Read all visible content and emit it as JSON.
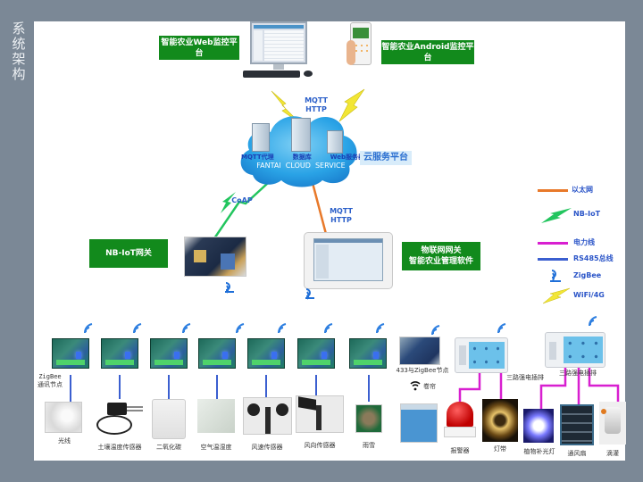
{
  "slide": {
    "title": "系统架构"
  },
  "top": {
    "web_label": "智能农业Web监控平台",
    "android_label": "智能农业Android监控平台"
  },
  "cloud": {
    "protocol_top": [
      "MQTT",
      "HTTP"
    ],
    "servers": [
      "MQTT代理",
      "数据库",
      "Web服务器"
    ],
    "service_name": "FANTAI  CLOUD  SERVICE",
    "platform_label": "云服务平台"
  },
  "gateways": {
    "nbiot_label": "NB-IoT网关",
    "coap_label": "CoAP",
    "iot_protocol": [
      "MQTT",
      "HTTP"
    ],
    "iot_label_lines": [
      "物联网网关",
      "智能农业管理软件"
    ]
  },
  "legend": {
    "items": [
      {
        "label": "以太网",
        "kind": "ethernet",
        "color": "#e8792a"
      },
      {
        "label": "NB-IoT",
        "kind": "nbiot",
        "color": "#22c55e"
      },
      {
        "label": "电力线",
        "kind": "power",
        "color": "#d81fd0"
      },
      {
        "label": "RS485总线",
        "kind": "rs485",
        "color": "#3b5fd0"
      },
      {
        "label": "ZigBee",
        "kind": "zigbee",
        "color": "#1f6fd8"
      },
      {
        "label": "WiFi/4G",
        "kind": "wifi",
        "color": "#f2e635"
      }
    ]
  },
  "nodes": {
    "zigbee_node_label": [
      "ZigBee",
      "通讯节点"
    ],
    "gateway_433_label": "433与ZigBee节点",
    "curtain_label": "卷帘",
    "power_strip_labels": [
      "三路强电插排",
      "三路强电插排"
    ]
  },
  "sensors": [
    {
      "label": "光线"
    },
    {
      "label": "土壤温度传感器"
    },
    {
      "label": "二氧化碳"
    },
    {
      "label": "空气温湿度"
    },
    {
      "label": "风速传感器"
    },
    {
      "label": "风向传感器"
    },
    {
      "label": "雨雪"
    }
  ],
  "actuators": [
    {
      "label": "报警器"
    },
    {
      "label": "灯带"
    },
    {
      "label": "植物补光灯"
    },
    {
      "label": "通风扇"
    },
    {
      "label": "滴灌"
    }
  ],
  "colors": {
    "background": "#7b8896",
    "panel": "#ffffff",
    "label_green": "#128a1c",
    "text_blue": "#2b5fc9",
    "ethernet": "#e8792a",
    "nbiot": "#22c55e",
    "power": "#d81fd0",
    "rs485": "#3b5fd0",
    "wifi": "#f2e635"
  }
}
